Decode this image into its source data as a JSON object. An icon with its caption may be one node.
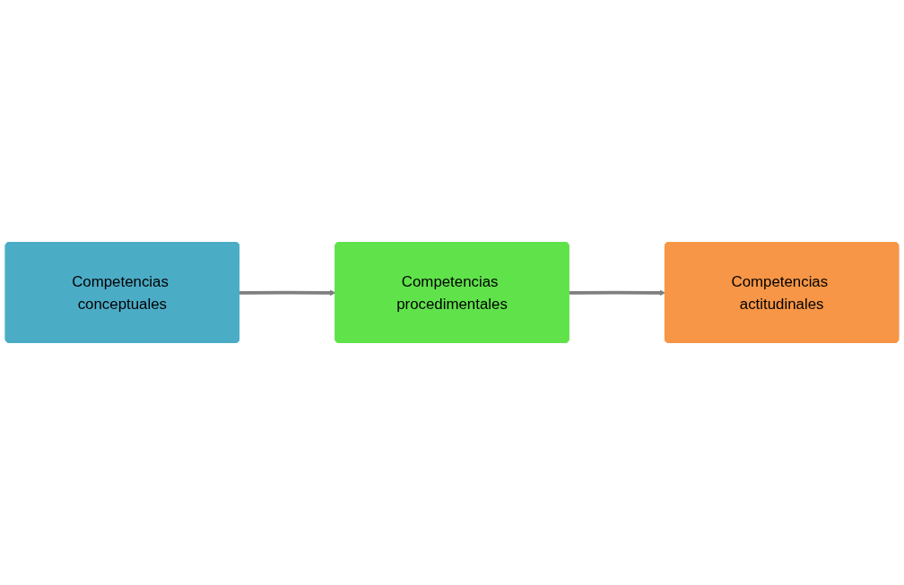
{
  "diagram": {
    "nodes": [
      {
        "text": [
          "Competencias conceptuales"
        ]
      },
      {
        "text": [
          "Competencias procedimentales"
        ]
      },
      {
        "text": [
          "Competencias actitudinales"
        ]
      }
    ],
    "edges": [
      {
        "from": 0,
        "to": 1,
        "arrow": "to"
      },
      {
        "from": 1,
        "to": 2,
        "arrow": "to"
      }
    ]
  }
}
